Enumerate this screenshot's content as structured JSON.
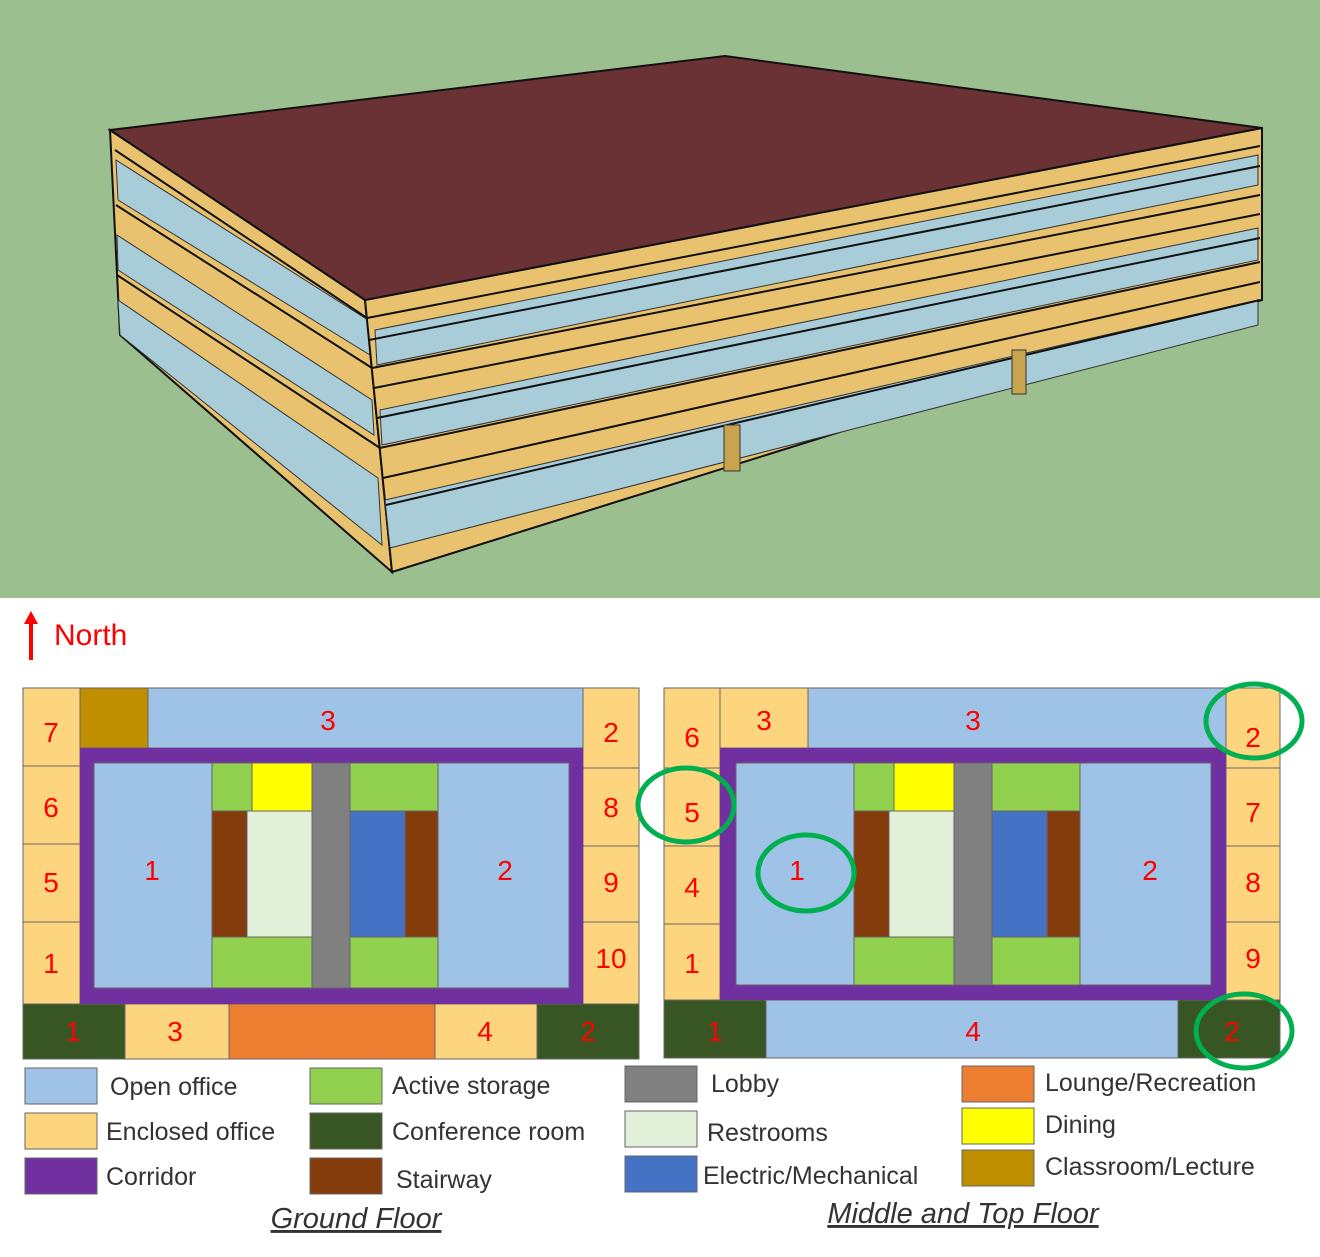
{
  "north_label": "North",
  "colors": {
    "sky": "#9bbf8f",
    "roof": "#6b3235",
    "band": "#e8c26f",
    "glass": "#a8ccd8",
    "open_office": "#9fc3e6",
    "enclosed_office": "#fdd57e",
    "corridor": "#7030a0",
    "active_storage": "#92d050",
    "conference": "#375623",
    "stairway": "#843c0c",
    "lobby": "#808080",
    "restrooms": "#e2efd9",
    "electric": "#4472c4",
    "lounge": "#ed7d31",
    "dining": "#ffff00",
    "classroom": "#bf8f00",
    "label_red": "#ff0000",
    "highlight_green": "#00b050"
  },
  "ground_floor": {
    "title": "Ground Floor",
    "labels": {
      "west_7": "7",
      "west_6": "6",
      "west_5": "5",
      "west_1": "1",
      "north_3": "3",
      "east_2": "2",
      "east_8": "8",
      "east_9": "9",
      "east_10": "10",
      "open_1": "1",
      "open_2": "2",
      "south_conf_1": "1",
      "south_3": "3",
      "south_4": "4",
      "south_conf_2": "2"
    }
  },
  "middle_top_floor": {
    "title": "Middle and Top Floor",
    "labels": {
      "west_6": "6",
      "west_5": "5",
      "west_4": "4",
      "west_1": "1",
      "north_3a": "3",
      "north_3b": "3",
      "east_2": "2",
      "east_7": "7",
      "east_8": "8",
      "east_9": "9",
      "open_1": "1",
      "open_2": "2",
      "south_conf_1": "1",
      "south_4": "4",
      "south_conf_2": "2"
    }
  },
  "legend": [
    {
      "label": "Open office",
      "color_key": "open_office"
    },
    {
      "label": "Enclosed office",
      "color_key": "enclosed_office"
    },
    {
      "label": "Corridor",
      "color_key": "corridor"
    },
    {
      "label": "Active storage",
      "color_key": "active_storage"
    },
    {
      "label": "Conference room",
      "color_key": "conference"
    },
    {
      "label": "Stairway",
      "color_key": "stairway"
    },
    {
      "label": "Lobby",
      "color_key": "lobby"
    },
    {
      "label": "Restrooms",
      "color_key": "restrooms"
    },
    {
      "label": "Electric/Mechanical",
      "color_key": "electric"
    },
    {
      "label": "Lounge/Recreation",
      "color_key": "lounge"
    },
    {
      "label": "Dining",
      "color_key": "dining"
    },
    {
      "label": "Classroom/Lecture",
      "color_key": "classroom"
    }
  ]
}
